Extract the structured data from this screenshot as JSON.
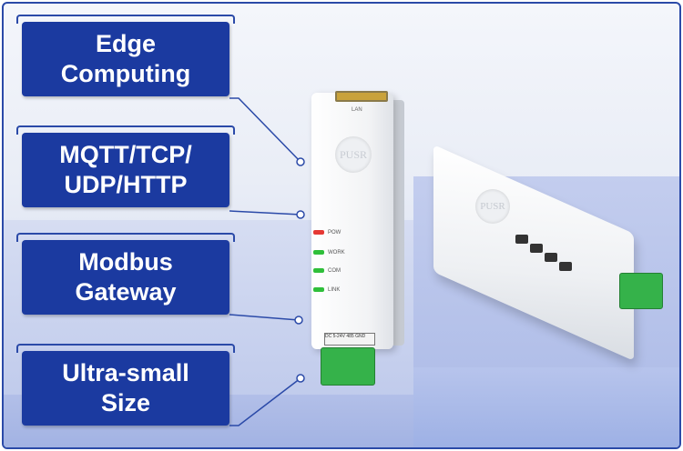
{
  "labels": [
    {
      "lines": [
        "Edge",
        "Computing"
      ]
    },
    {
      "lines": [
        "MQTT/TCP/",
        "UDP/HTTP"
      ]
    },
    {
      "lines": [
        "Modbus",
        "Gateway"
      ]
    },
    {
      "lines": [
        "Ultra-small",
        "Size"
      ]
    }
  ],
  "device": {
    "brand": "PUSR",
    "port_label": "LAN",
    "leds": [
      {
        "label": "POW",
        "color": "#e53935"
      },
      {
        "label": "WORK",
        "color": "#2fbf3a"
      },
      {
        "label": "COM",
        "color": "#2fbf3a"
      },
      {
        "label": "LINK",
        "color": "#2fbf3a"
      }
    ],
    "terminal_labels": [
      "DC 5-24V",
      "485",
      "GND"
    ]
  },
  "colors": {
    "panel": "#1b3aa0",
    "frame": "#2b4aa8",
    "terminal": "#35b24a"
  }
}
